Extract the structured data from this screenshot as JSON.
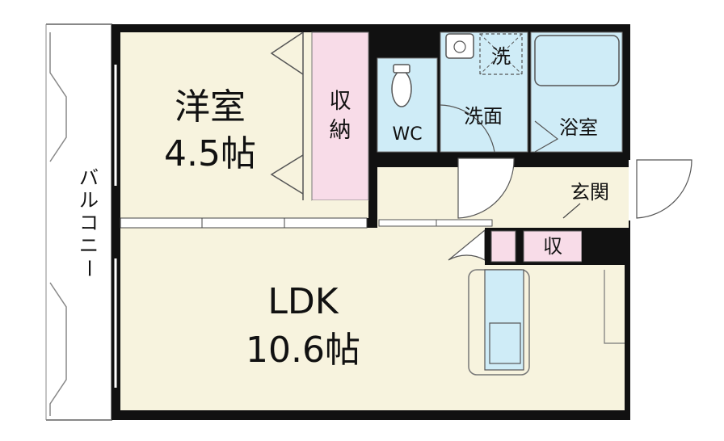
{
  "rooms": {
    "western_room": {
      "name": "洋室",
      "size": "4.5帖"
    },
    "ldk": {
      "name": "LDK",
      "size": "10.6帖"
    },
    "storage_closet": {
      "line1": "収",
      "line2": "納"
    },
    "toilet": {
      "name": "WC"
    },
    "washroom": {
      "name": "洗面"
    },
    "washer_space": {
      "name": "洗"
    },
    "bathroom": {
      "name": "浴室"
    },
    "entrance": {
      "name": "玄関"
    },
    "entrance_storage": {
      "name": "収"
    }
  },
  "balcony": {
    "chars": [
      "バ",
      "ル",
      "コ",
      "ニ",
      "ー"
    ]
  },
  "colors": {
    "room_floor": "#f7f3de",
    "storage": "#f8dce8",
    "water_area": "#cfecf7",
    "wall": "#111111"
  }
}
